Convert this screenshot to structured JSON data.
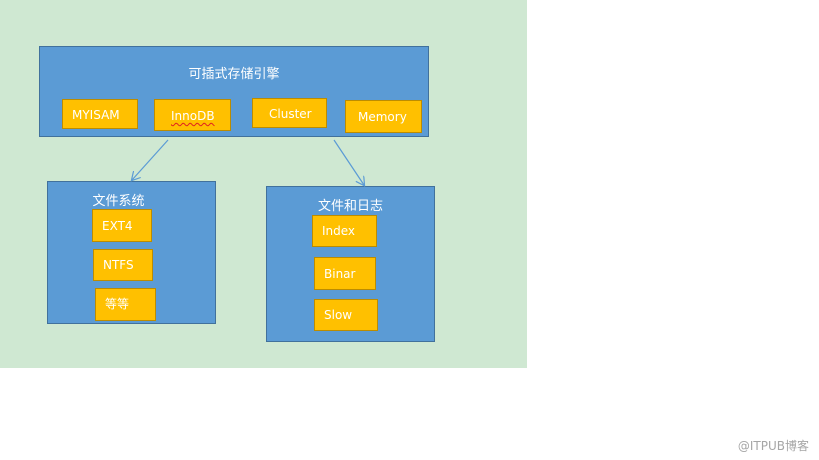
{
  "diagram": {
    "engine_box": {
      "title": "可插式存储引擎",
      "items": [
        "MYISAM",
        "InnoDB",
        "Cluster",
        "Memory"
      ]
    },
    "fs_box": {
      "title": "文件系统",
      "items": [
        "EXT4",
        "NTFS",
        "等等"
      ]
    },
    "log_box": {
      "title": "文件和日志",
      "items": [
        "Index",
        "Binar",
        "Slow"
      ]
    }
  },
  "watermark": "@ITPUB博客",
  "colors": {
    "background": "#cfe8d2",
    "box_fill": "#5b9bd5",
    "item_fill": "#ffc000",
    "arrow": "#5b9bd5"
  }
}
